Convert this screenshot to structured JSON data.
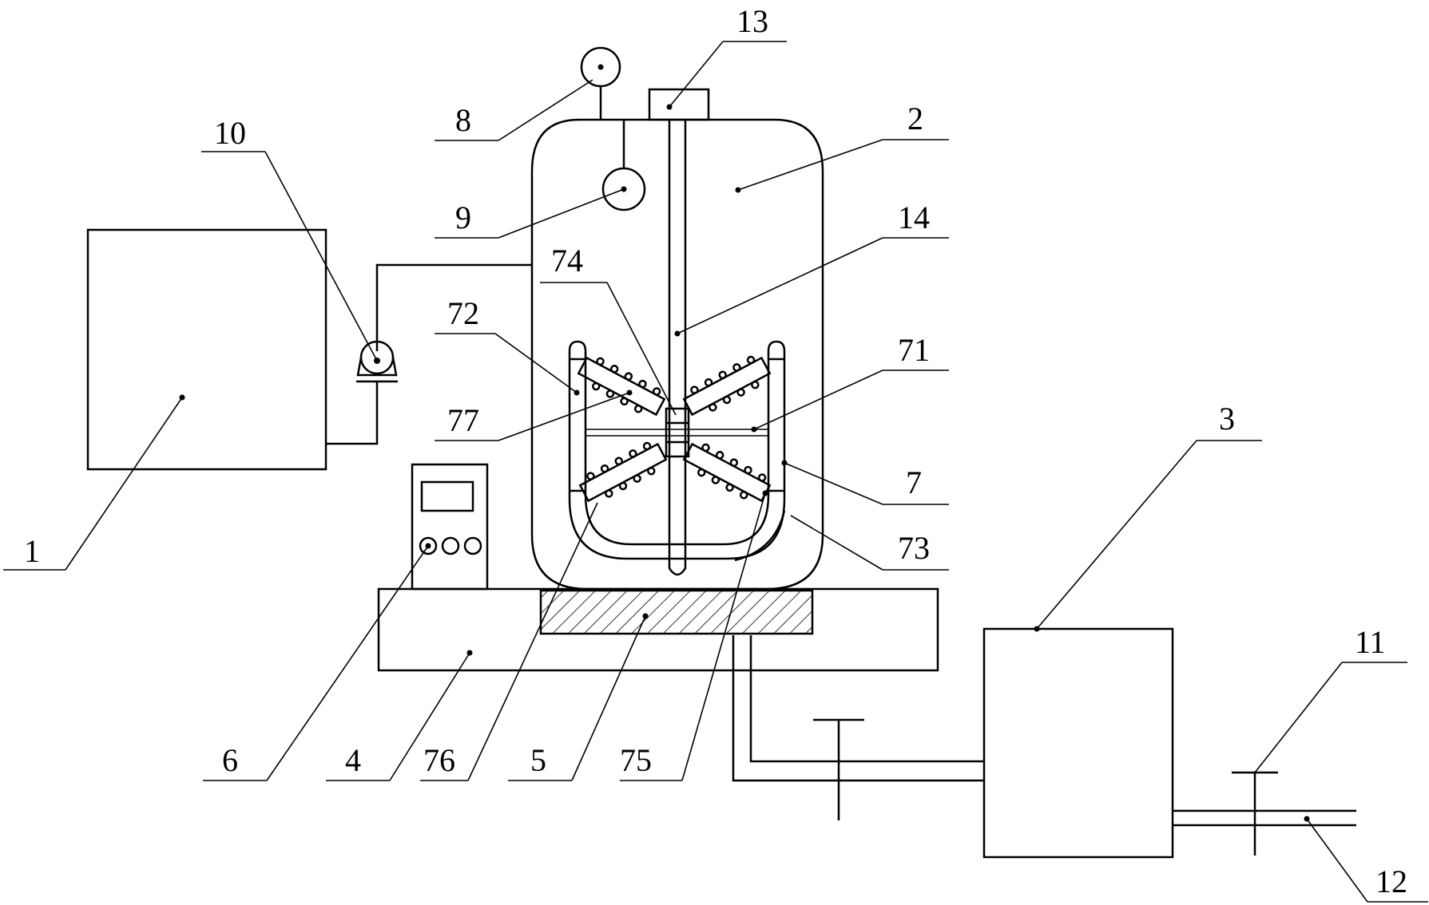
{
  "labels": {
    "l1": "1",
    "l2": "2",
    "l3": "3",
    "l4": "4",
    "l5": "5",
    "l6": "6",
    "l7": "7",
    "l8": "8",
    "l9": "9",
    "l10": "10",
    "l11": "11",
    "l12": "12",
    "l13": "13",
    "l14": "14",
    "l71": "71",
    "l72": "72",
    "l73": "73",
    "l74": "74",
    "l75": "75",
    "l76": "76",
    "l77": "77"
  },
  "colors": {
    "line": "#000000",
    "background": "#ffffff",
    "hatch": "#000000"
  }
}
